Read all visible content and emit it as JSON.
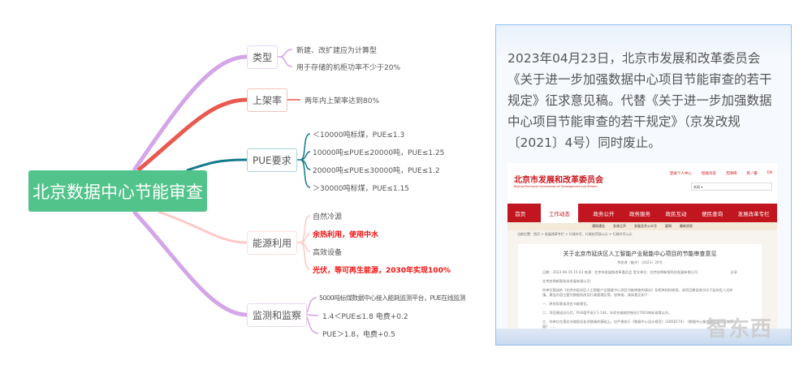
{
  "root": "北京数据中心节能审查",
  "branches": [
    {
      "label": "类型",
      "color": "#d4a5e8",
      "children": [
        {
          "text": "新建、改扩建应为计算型"
        },
        {
          "text": "用于存储的机柜功率不少于20%"
        }
      ]
    },
    {
      "label": "上架率",
      "color": "#e85a4f",
      "children": [
        {
          "text": "两年内上架率达到80%"
        }
      ]
    },
    {
      "label": "PUE要求",
      "color": "#137a8c",
      "children": [
        {
          "text": "＜10000吨标煤，PUE≤1.3"
        },
        {
          "text": "10000吨≤PUE≤20000吨，PUE≤1.25"
        },
        {
          "text": "20000吨≤PUE≤30000吨，PUE≤1.2"
        },
        {
          "text": "＞30000吨标煤，PUE≤1.15"
        }
      ]
    },
    {
      "label": "能源利用",
      "color": "#ffc8c8",
      "children": [
        {
          "text": "自然冷源"
        },
        {
          "text": "余热利用，使用中水",
          "highlight": true
        },
        {
          "text": "高效设备"
        },
        {
          "text": "光伏，等可再生能源，2030年实现100%",
          "highlight": true
        }
      ]
    },
    {
      "label": "监测和监察",
      "color": "#d4a5e8",
      "children": [
        {
          "text": "5000吨标煤数据中心接入能耗监测平台，PUE在线监测"
        },
        {
          "text": "1.4＜PUE≤1.8 电费+0.2"
        },
        {
          "text": "PUE＞1.8，电费+0.5"
        }
      ]
    }
  ],
  "panel": {
    "text": "2023年04月23日，北京市发展和改革委员会《关于进一步加强数据中心项目节能审查的若干规定》征求意见稿。代替《关于进一步加强数据中心项目节能审查的若干规定》（京发改规〔2021〕4号）同时废止。",
    "screenshot": {
      "logo": "北京市发展和改革委员会",
      "logo_en": "Beijing Municipal Commission of Development and Reform",
      "toplinks": [
        "登录个人中心",
        "智能问答",
        "无障碍",
        "简 / 繁",
        "EN"
      ],
      "search_scope": "本网 ▾",
      "nav": [
        "首页",
        "工作动态",
        "政务公开",
        "政务服务",
        "政民互动",
        "便民查询",
        "发展改革专栏"
      ],
      "subnav": [
        "通知通告",
        "发改之声",
        "发展北京公众号",
        "要闻",
        "最新消息"
      ],
      "breadcrumb": "当前位置：首页 > 发展改革专栏 > 行政许可、行政处罚双公示 > 行政许可公示",
      "article_title": "关于北京市延庆区人工智能产业赋能中心项目的节能审查意见",
      "doc_no": "京发改（能评）〔2023〕20号",
      "meta": "日期：2023-06-16 15:43   来源：北京市发展和改革委员会   受文单位：北京启明新智科技发展有限公司",
      "share": "分享",
      "body": [
        "北京启明新智科技发展有限公司：",
        "你单位报送的《北京市延庆区人工智能产业赋能中心项目节能审查的请示》及相关材料收悉。该项目建设地点位于延庆区八达岭镇。建设内容主要为数据机房及行政管理区等。经审查，具体意见如下：",
        "一、原则同意该项目节能报告。",
        "二、项目建成运行后，PUE值不高于1.144，年综合能耗控制在17003吨标准煤以内。",
        "三、你单位在落实节能报告各项措施的基础上，应严格执行《数据中心设计规范》（GB50174）、《数据中心能效限定值及能效等级》……"
      ]
    }
  },
  "watermark": "智东西"
}
